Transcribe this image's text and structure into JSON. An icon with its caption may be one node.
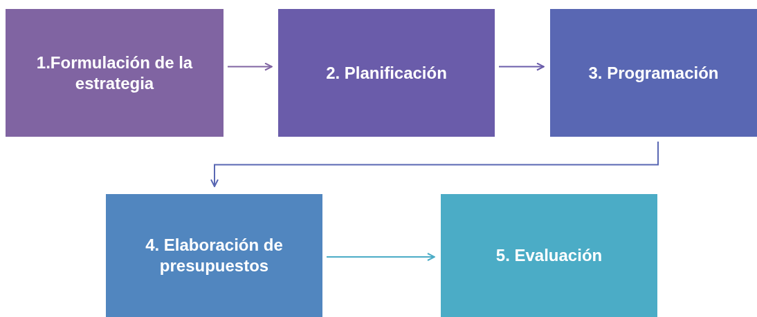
{
  "diagram": {
    "nodes": [
      {
        "text": [
          "1.Formulación de la estrategia"
        ]
      },
      {
        "text": [
          "2. Planificación"
        ]
      },
      {
        "text": [
          "3. Programación"
        ]
      },
      {
        "text": [
          "4. Elaboración de presupuestos"
        ]
      },
      {
        "text": [
          "5. Evaluación"
        ]
      }
    ],
    "edges": [
      {
        "from": 0,
        "to": 1,
        "arrow": "to",
        "color": "#8064a2"
      },
      {
        "from": 1,
        "to": 2,
        "arrow": "to",
        "color": "#6a5caa"
      },
      {
        "from": 2,
        "to": 3,
        "arrow": "to",
        "color": "#5967b3"
      },
      {
        "from": 3,
        "to": 4,
        "arrow": "to",
        "color": "#4bacc6"
      }
    ]
  }
}
